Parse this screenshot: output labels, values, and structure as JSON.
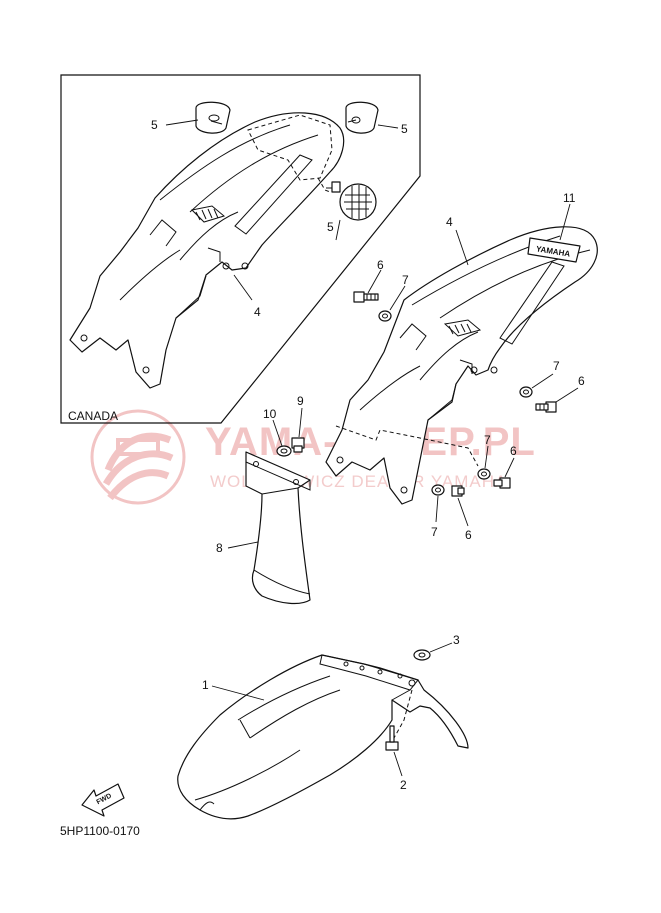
{
  "watermark": {
    "title": "YAMA-SKLEP.PL",
    "subtitle": "WOLICHOWICZ DEALER YAMAHA"
  },
  "inset": {
    "label": "CANADA"
  },
  "fwd_label": "FWD",
  "decal_text": "YAMAHA",
  "diagram_code": "5HP1100-0170",
  "callouts": {
    "c1": "1",
    "c2": "2",
    "c3": "3",
    "c4_inset": "4",
    "c4_main": "4",
    "c5_left": "5",
    "c5_right": "5",
    "c5_bottom": "5",
    "c6_top": "6",
    "c6_right": "6",
    "c6_mid": "6",
    "c6_bottom": "6",
    "c7_top": "7",
    "c7_right": "7",
    "c7_mid": "7",
    "c7_bottom": "7",
    "c8": "8",
    "c9": "9",
    "c10": "10",
    "c11": "11"
  }
}
